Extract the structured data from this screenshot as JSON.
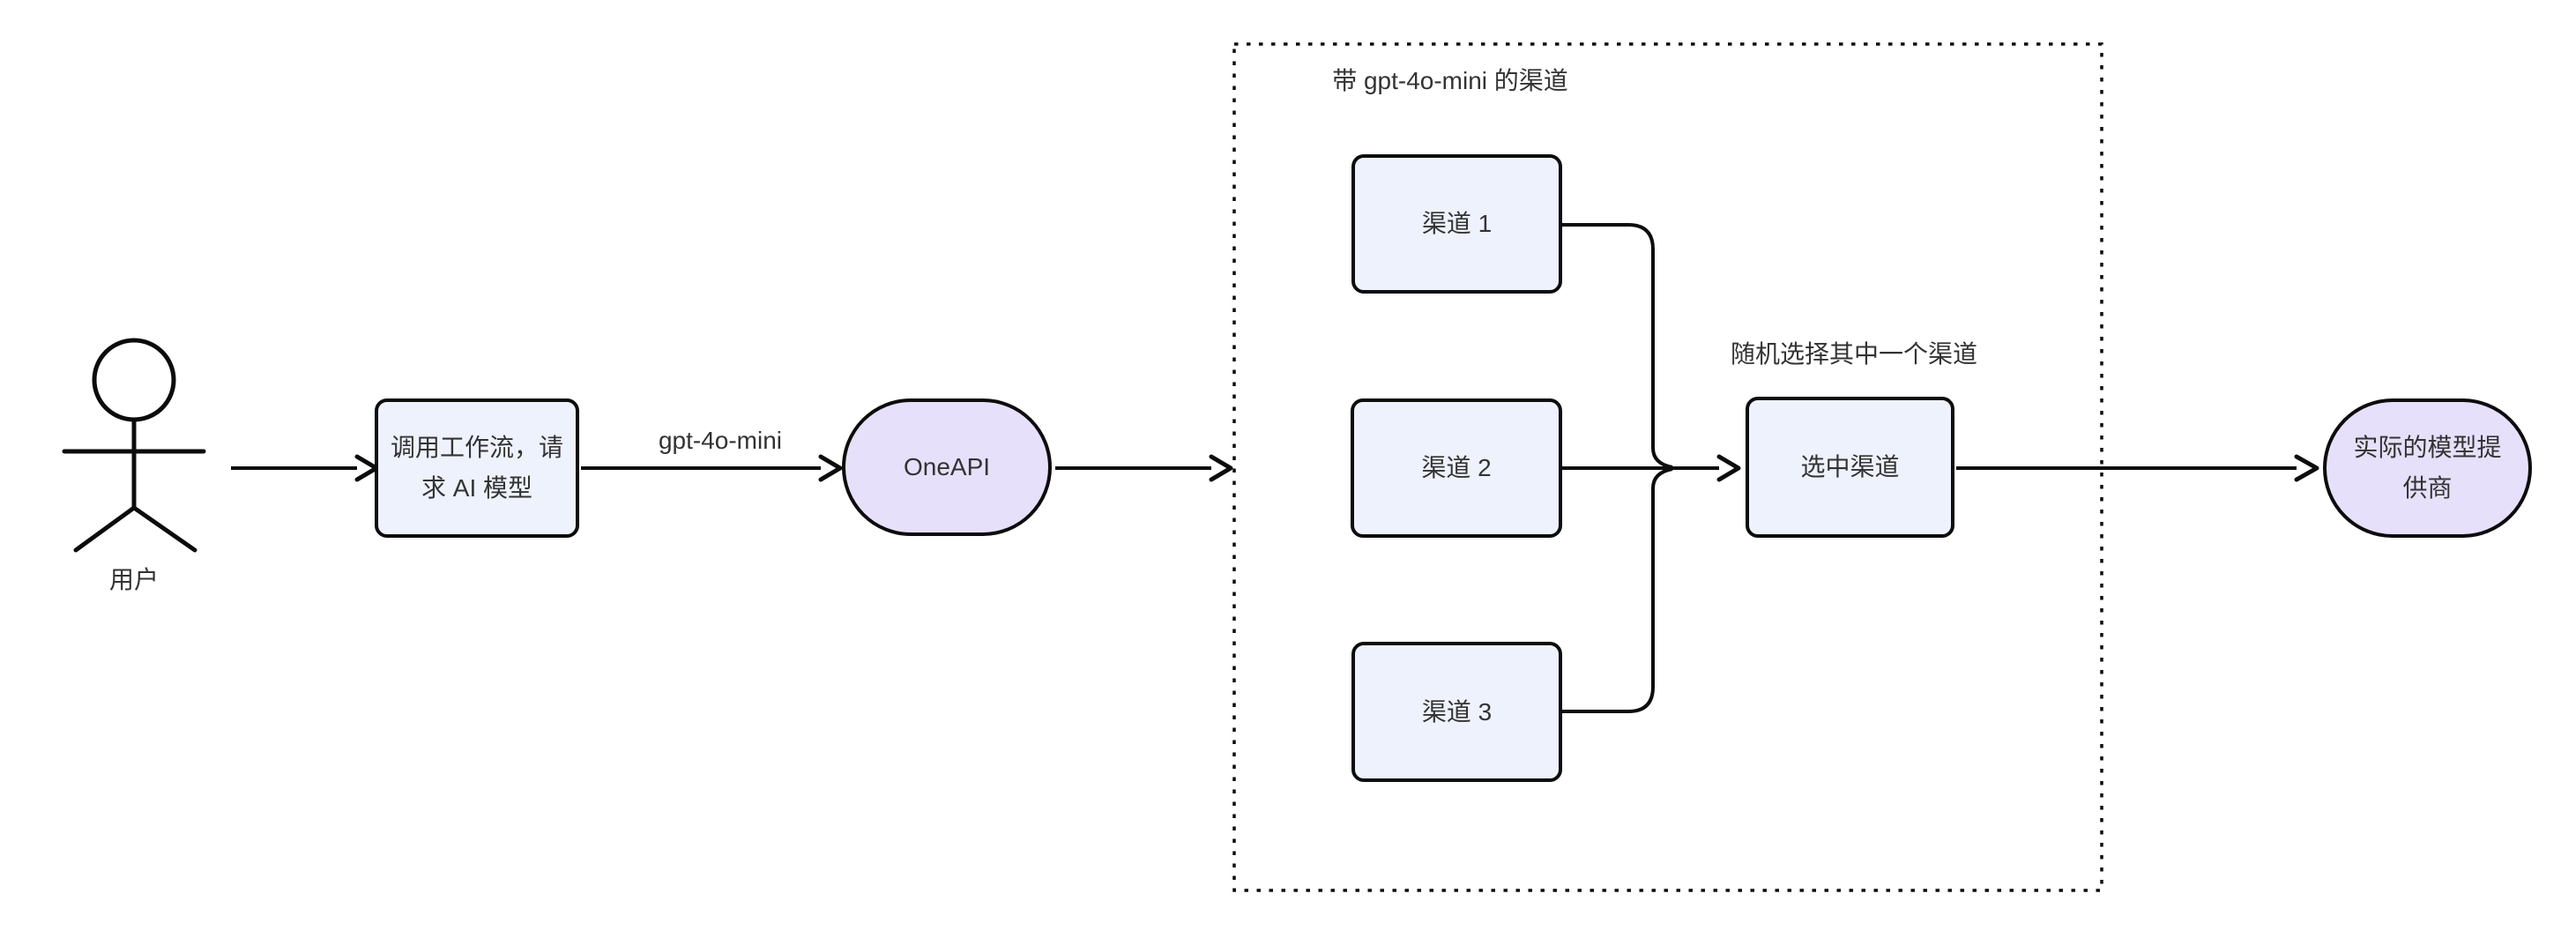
{
  "diagram": {
    "type": "flowchart",
    "direction": "left-to-right",
    "nodes": {
      "user": {
        "label": "用户",
        "shape": "actor"
      },
      "workflow": {
        "label": "调用工作流，请求 AI 模型",
        "shape": "rounded-rect"
      },
      "oneapi": {
        "label": "OneAPI",
        "shape": "stadium"
      },
      "channel1": {
        "label": "渠道 1",
        "shape": "rounded-rect"
      },
      "channel2": {
        "label": "渠道 2",
        "shape": "rounded-rect"
      },
      "channel3": {
        "label": "渠道 3",
        "shape": "rounded-rect"
      },
      "selected": {
        "label": "选中渠道",
        "shape": "rounded-rect"
      },
      "provider": {
        "label": "实际的模型提供商",
        "shape": "stadium"
      }
    },
    "subgraph": {
      "title": "带 gpt-4o-mini 的渠道",
      "contains": [
        "channel1",
        "channel2",
        "channel3",
        "selected"
      ]
    },
    "annotations": {
      "random_select": "随机选择其中一个渠道"
    },
    "edges": [
      {
        "from": "user",
        "to": "workflow",
        "label": ""
      },
      {
        "from": "workflow",
        "to": "oneapi",
        "label": "gpt-4o-mini"
      },
      {
        "from": "oneapi",
        "to": "subgraph",
        "label": ""
      },
      {
        "from": "channel1",
        "to": "selected",
        "label": ""
      },
      {
        "from": "channel2",
        "to": "selected",
        "label": ""
      },
      {
        "from": "channel3",
        "to": "selected",
        "label": ""
      },
      {
        "from": "selected",
        "to": "provider",
        "label": ""
      }
    ],
    "colors": {
      "background": "#ffffff",
      "rect_fill": "#eef2fc",
      "stadium_fill": "#e7e0fa",
      "stroke": "#0c0c0c",
      "text": "#333333"
    }
  }
}
